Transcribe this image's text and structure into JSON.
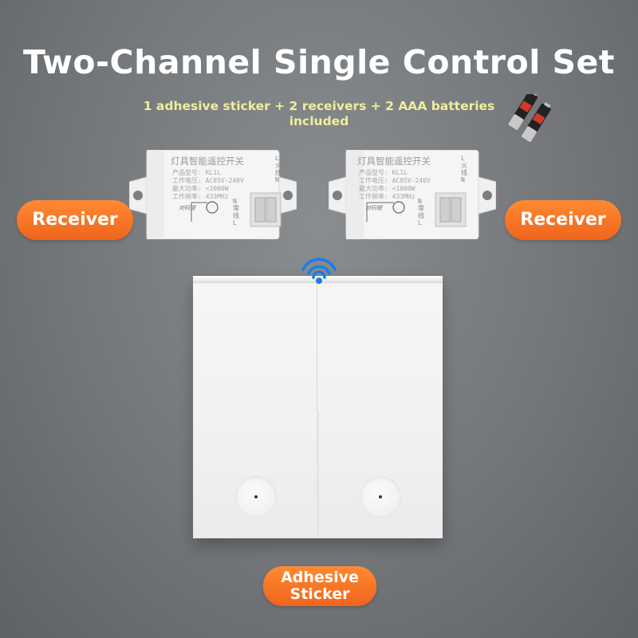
{
  "title": "Two-Channel Single Control Set",
  "subtitle": "1 adhesive sticker + 2 receivers + 2 AAA batteries included",
  "receiver_label": "Receiver",
  "sticker_label_line1": "Adhesive",
  "sticker_label_line2": "Sticker",
  "receiver_module": {
    "title": "灯具智能遥控开关",
    "spec_lines": [
      "产品型号: KL1L",
      "工作电压: AC85V-240V",
      "最大功率: <1000W",
      "工作频率: 433MHz"
    ],
    "pair_key": "对码键",
    "side_top": "L火线N",
    "side_bottom": "N零线L"
  },
  "colors": {
    "pill_orange": "#f0641b",
    "subtitle_yellow": "#f1ee9a",
    "signal_blue": "#1a7de8"
  },
  "icons": [
    "battery-icon",
    "wireless-signal-icon"
  ]
}
